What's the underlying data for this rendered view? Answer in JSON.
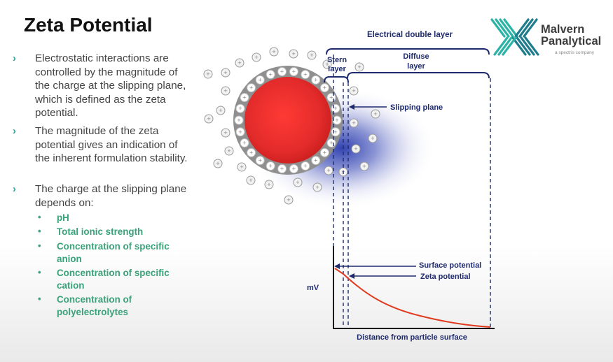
{
  "slide": {
    "title": "Zeta Potential",
    "bullets": [
      "Electrostatic interactions are controlled by the magnitude of the charge at the slipping plane, which is defined as the zeta potential.",
      "The magnitude of the zeta potential gives an indication of the inherent formulation stability.",
      "The charge at the slipping plane depends on:"
    ],
    "factors": [
      "pH",
      "Total ionic strength",
      "Concentration  of specific anion",
      "Concentration of specific cation",
      "Concentration of polyelectrolytes"
    ],
    "bullet_marker": "›",
    "factor_marker": "•"
  },
  "logo": {
    "line1": "Malvern",
    "line2": "Panalytical",
    "tagline": "a spectris company",
    "colors": [
      "#2bb3a5",
      "#1f7c8c"
    ]
  },
  "diagram": {
    "electrical_double_layer": "Electrical double layer",
    "stern_layer": [
      "Stern",
      "layer"
    ],
    "diffuse_layer": [
      "Diffuse",
      "layer"
    ],
    "slipping_plane": "Slipping plane",
    "surface_potential": "Surface potential",
    "zeta_potential": "Zeta potential",
    "y_axis": "mV",
    "x_axis": "Distance from particle surface",
    "particle_color": "#e32b2b",
    "curve_color": "#e03a1e",
    "cloud_color": "#1c2fa8",
    "ion_symbol": "+"
  }
}
